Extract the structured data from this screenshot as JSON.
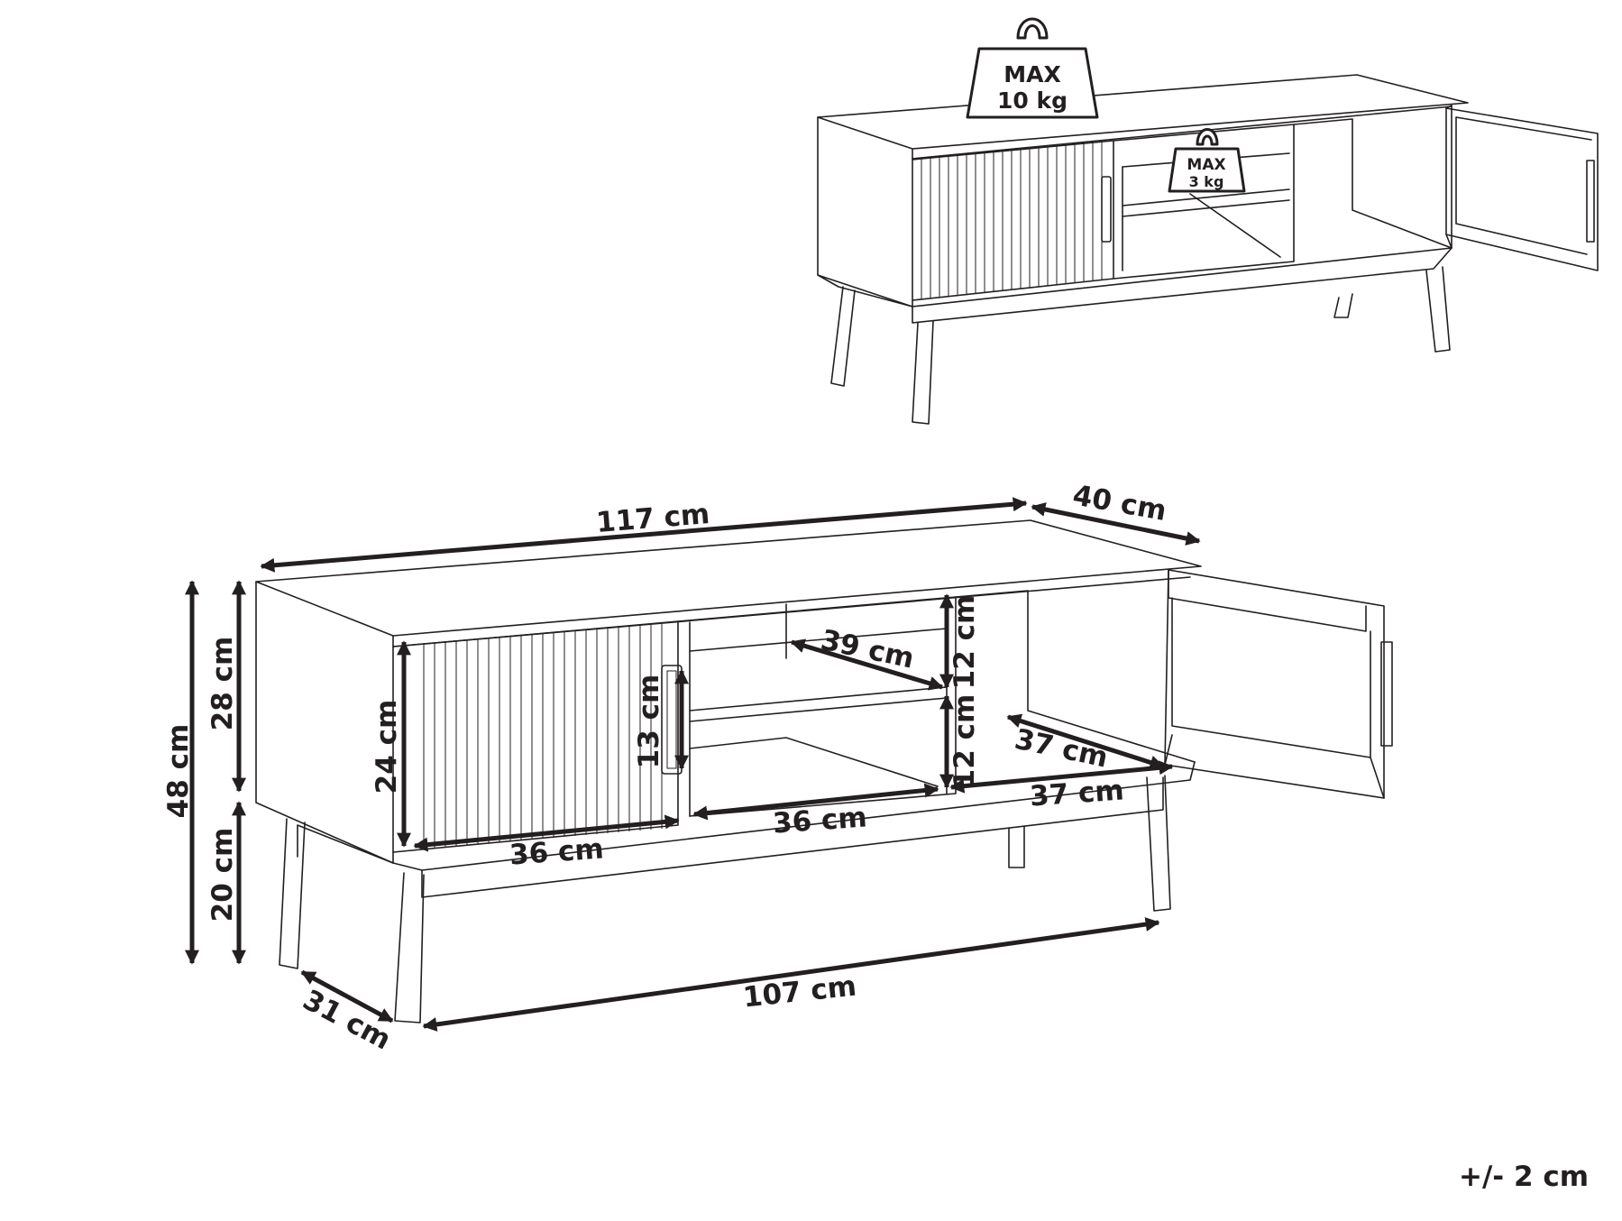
{
  "load_labels": {
    "top": {
      "line1": "MAX",
      "line2": "10 kg"
    },
    "shelf": {
      "line1": "MAX",
      "line2": "3 kg"
    }
  },
  "dimensions": {
    "width": "117 cm",
    "depth": "40 cm",
    "total_height": "48 cm",
    "body_height": "28 cm",
    "leg_height": "20 cm",
    "door_height": "24 cm",
    "handle_length": "13 cm",
    "shelf_depth": "39 cm",
    "upper_compartment_height": "12 cm",
    "lower_compartment_height": "12 cm",
    "right_compartment_depth": "37 cm",
    "right_compartment_width": "37 cm",
    "left_compartment_width": "36 cm",
    "middle_compartment_width": "36 cm",
    "leg_span_width": "107 cm",
    "leg_span_depth": "31 cm"
  },
  "tolerance": "+/- 2 cm",
  "colors": {
    "line": "#231f20",
    "background": "#ffffff"
  }
}
